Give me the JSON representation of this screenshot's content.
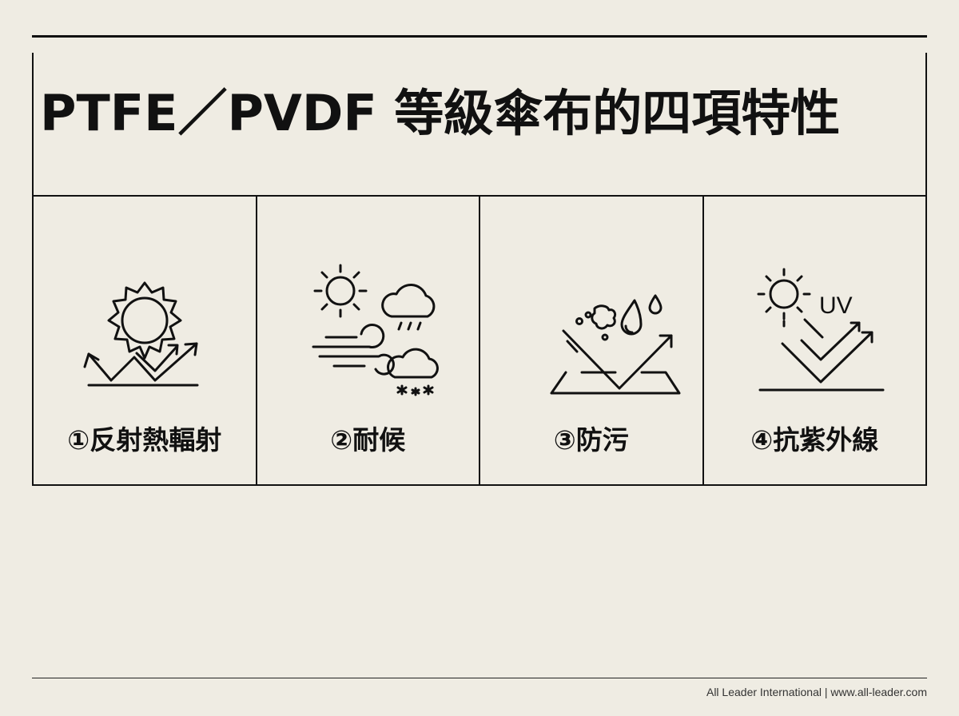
{
  "title": "PTFE／PVDF 等級傘布的四項特性",
  "features": [
    {
      "label": "①反射熱輻射",
      "icon": "sun-reflection-icon"
    },
    {
      "label": "②耐候",
      "icon": "weather-icon"
    },
    {
      "label": "③防污",
      "icon": "stain-repel-icon"
    },
    {
      "label": "④抗紫外線",
      "icon": "uv-reflection-icon",
      "icon_text": "UV"
    }
  ],
  "footer": "All Leader International | www.all-leader.com"
}
